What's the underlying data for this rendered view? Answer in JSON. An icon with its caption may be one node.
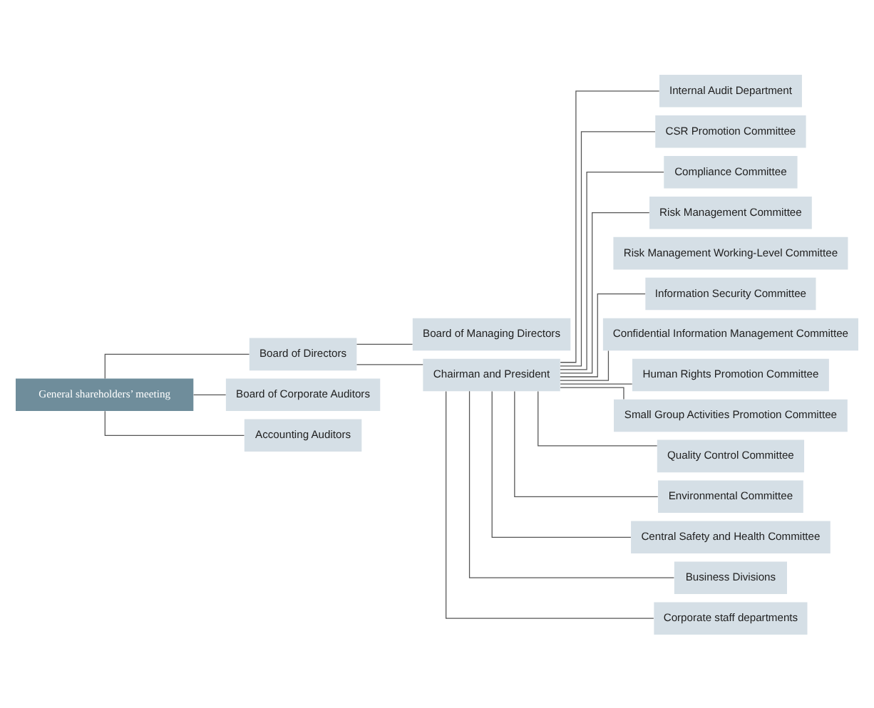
{
  "diagram": {
    "nodes": [
      {
        "text": [
          "General shareholders’ meeting"
        ]
      },
      {
        "text": [
          "Board of Directors"
        ]
      },
      {
        "text": [
          "Board of Corporate Auditors"
        ]
      },
      {
        "text": [
          "Accounting Auditors"
        ]
      },
      {
        "text": [
          "Board of Managing Directors"
        ]
      },
      {
        "text": [
          "Chairman and President"
        ]
      },
      {
        "text": [
          "Internal Audit Department"
        ]
      },
      {
        "text": [
          "CSR Promotion Committee"
        ]
      },
      {
        "text": [
          "Compliance Committee"
        ]
      },
      {
        "text": [
          "Risk Management Committee"
        ]
      },
      {
        "text": [
          "Risk Management Working-Level Committee"
        ]
      },
      {
        "text": [
          "Information Security Committee"
        ]
      },
      {
        "text": [
          "Confidential Information Management Committee"
        ]
      },
      {
        "text": [
          "Human Rights Promotion Committee"
        ]
      },
      {
        "text": [
          "Small Group Activities Promotion Committee"
        ]
      },
      {
        "text": [
          "Quality Control Committee"
        ]
      },
      {
        "text": [
          "Environmental Committee"
        ]
      },
      {
        "text": [
          "Central Safety and Health Committee"
        ]
      },
      {
        "text": [
          "Business Divisions"
        ]
      },
      {
        "text": [
          "Corporate staff departments"
        ]
      }
    ],
    "edges": [
      {
        "from": 0,
        "to": 1,
        "arrow": "none"
      },
      {
        "from": 0,
        "to": 2,
        "arrow": "none"
      },
      {
        "from": 0,
        "to": 3,
        "arrow": "none"
      },
      {
        "from": 1,
        "to": 4,
        "arrow": "none"
      },
      {
        "from": 1,
        "to": 5,
        "arrow": "none"
      },
      {
        "from": 5,
        "to": 6,
        "arrow": "none"
      },
      {
        "from": 5,
        "to": 7,
        "arrow": "none"
      },
      {
        "from": 5,
        "to": 8,
        "arrow": "none"
      },
      {
        "from": 5,
        "to": 9,
        "arrow": "none"
      },
      {
        "from": 5,
        "to": 11,
        "arrow": "none"
      },
      {
        "from": 5,
        "to": 12,
        "arrow": "none"
      },
      {
        "from": 5,
        "to": 13,
        "arrow": "none"
      },
      {
        "from": 5,
        "to": 14,
        "arrow": "none"
      },
      {
        "from": 5,
        "to": 15,
        "arrow": "none"
      },
      {
        "from": 5,
        "to": 16,
        "arrow": "none"
      },
      {
        "from": 5,
        "to": 17,
        "arrow": "none"
      },
      {
        "from": 5,
        "to": 18,
        "arrow": "none"
      },
      {
        "from": 5,
        "to": 19,
        "arrow": "none"
      }
    ]
  }
}
